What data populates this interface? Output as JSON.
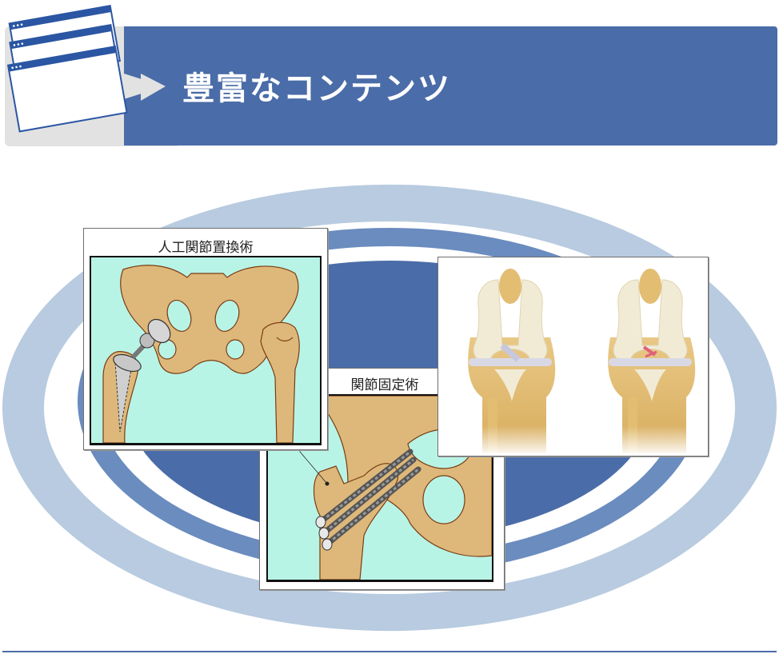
{
  "header": {
    "title": "豊富なコンテンツ",
    "icon": "stacked-windows-icon",
    "colors": {
      "banner": "#4a6ca8",
      "tab": "#e2e2e2",
      "title_text": "#ffffff"
    }
  },
  "background": {
    "rings": [
      {
        "name": "outer-ring",
        "color": "#b8cbe0"
      },
      {
        "name": "middle-ring",
        "color": "#6a8cbf"
      },
      {
        "name": "inner-ellipse",
        "color": "#4a6ca8"
      }
    ]
  },
  "cards": [
    {
      "id": "hip-replacement",
      "title": "人工関節置換術",
      "image": "hip-joint-replacement-illustration"
    },
    {
      "id": "joint-fixation",
      "title": "関節固定術",
      "image": "hip-screw-fixation-illustration"
    },
    {
      "id": "knee-ligament",
      "title": "",
      "image": "knee-ligament-comparison-illustration"
    }
  ],
  "colors": {
    "bone": "#deb87a",
    "bone_outline": "#7a3c14",
    "panel_bg": "#b8f4e6",
    "rule": "#4a6ca8"
  }
}
